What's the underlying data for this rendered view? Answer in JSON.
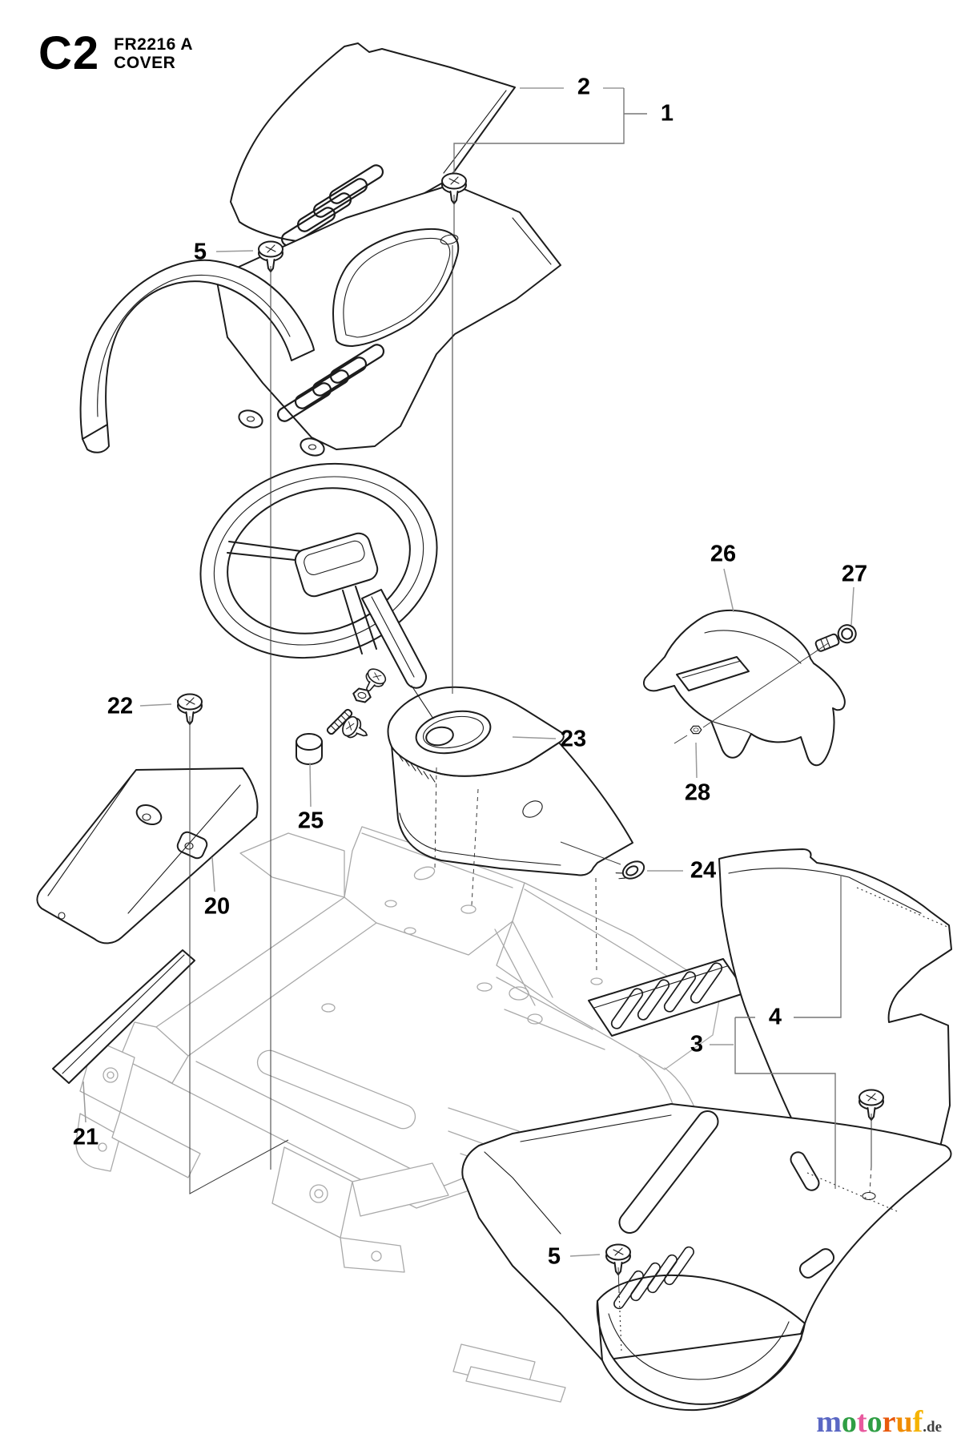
{
  "header": {
    "section_code": "C2",
    "model": "FR2216 A",
    "assembly_name": "COVER"
  },
  "callouts": [
    {
      "id": "2",
      "label": "2"
    },
    {
      "id": "1",
      "label": "1"
    },
    {
      "id": "5-top",
      "label": "5"
    },
    {
      "id": "22",
      "label": "22"
    },
    {
      "id": "25",
      "label": "25"
    },
    {
      "id": "23",
      "label": "23"
    },
    {
      "id": "24",
      "label": "24"
    },
    {
      "id": "26",
      "label": "26"
    },
    {
      "id": "27",
      "label": "27"
    },
    {
      "id": "28",
      "label": "28"
    },
    {
      "id": "20",
      "label": "20"
    },
    {
      "id": "21",
      "label": "21"
    },
    {
      "id": "4",
      "label": "4"
    },
    {
      "id": "3",
      "label": "3"
    },
    {
      "id": "5-bottom",
      "label": "5"
    }
  ],
  "logo": {
    "letters": [
      {
        "ch": "m",
        "color": "#5b68c4"
      },
      {
        "ch": "o",
        "color": "#2f9e44"
      },
      {
        "ch": "t",
        "color": "#e8599e"
      },
      {
        "ch": "o",
        "color": "#2f9e44"
      },
      {
        "ch": "r",
        "color": "#e8590c"
      },
      {
        "ch": "u",
        "color": "#f08c00"
      },
      {
        "ch": "f",
        "color": "#f5b301"
      }
    ],
    "suffix": ".de",
    "suffix_color": "#3f3f3f"
  },
  "theme": {
    "bg": "#ffffff",
    "text": "#000000",
    "line": "#1c1c1c",
    "frame": "#a9a9a9",
    "leader": "#9a9a9a",
    "bracket": "#777777"
  }
}
